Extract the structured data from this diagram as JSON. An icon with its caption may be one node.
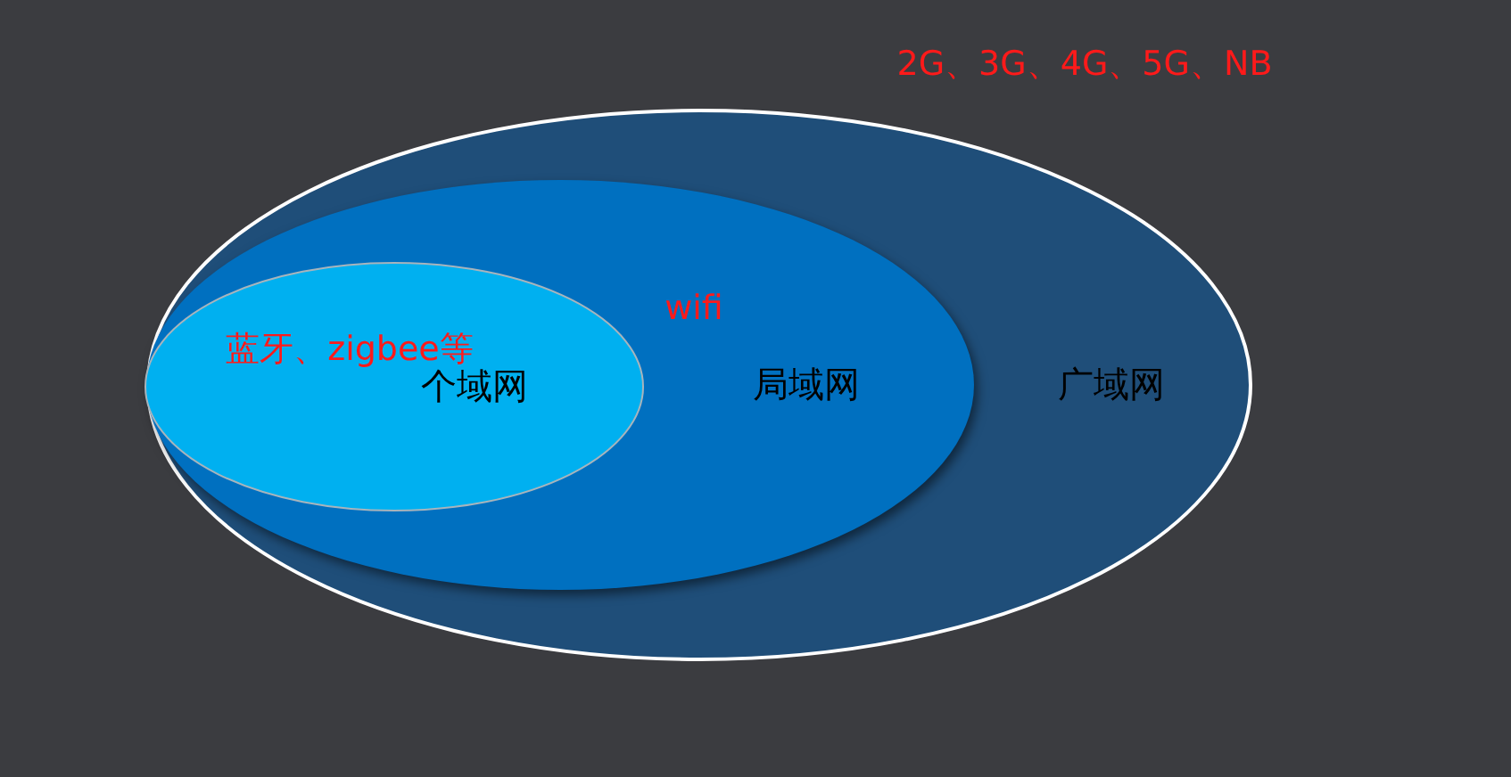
{
  "diagram": {
    "nodes": [
      {
        "text": [
          "广域网"
        ],
        "beside": [
          "2G、3G、4G、5G、NB"
        ]
      },
      {
        "text": [
          "wifi",
          "局域网"
        ],
        "in": 0
      },
      {
        "text": [
          "蓝牙、zigbee等",
          "个域网"
        ],
        "in": 1
      }
    ]
  }
}
